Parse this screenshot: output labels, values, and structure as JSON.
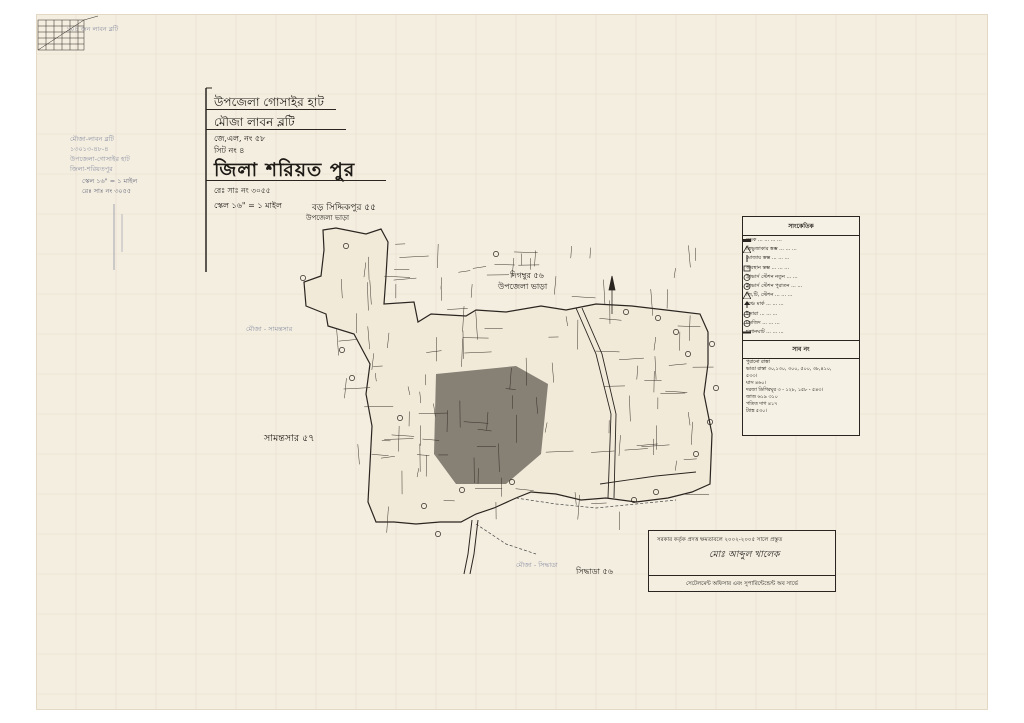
{
  "header": {
    "upazila": "উপজেলা গোসাইর হাট",
    "mouza": "মৌজা লাবন ব্লটি",
    "jl_no": "জে,এল, নং ৫৮",
    "sheet_no": "সিট নং ৪",
    "district": "জিলা শরিয়ত পুর",
    "survey_no": "রেঃ সাঃ নং ৩০৫৫",
    "scale": "স্কেল ১৬\" = ১ মাইল"
  },
  "neighbours": {
    "north": "বড় সিদ্দিকপুর ৫৫",
    "north_sub": "উপজেলা ভাড়া",
    "northeast": "দিগম্বুর ৫৬",
    "northeast_sub": "উপজেলা ভাড়া",
    "west": "সামন্তসার ৫৭",
    "south": "সিদ্ধাডা ৫৬"
  },
  "legend": {
    "title": "সাংকেতিক",
    "rows": [
      {
        "label": "সড়ক ... ... ... ...",
        "symbol": "road"
      },
      {
        "label": "ত্রিভুজাকার স্তম্ভ ... ... ...",
        "symbol": "triangle"
      },
      {
        "label": "মোজায় স্তম্ভ ... ... ...",
        "symbol": "mark"
      },
      {
        "label": "অবস্থান স্তম্ভ ... ... ...",
        "symbol": "square"
      },
      {
        "label": "ট্রাভার্স স্টেশন নতুন ... ...",
        "symbol": "circle"
      },
      {
        "label": "ট্রাভার্স স্টেশন পুরাতন ... ...",
        "symbol": "circle-dot"
      },
      {
        "label": "জি,টি, স্টেশন ... ... ...",
        "symbol": "triangle"
      },
      {
        "label": "বেঞ্চ মার্ক ... ... ...",
        "symbol": "arrow"
      },
      {
        "label": "ইন্দারা ... ... ...",
        "symbol": "ring"
      },
      {
        "label": "মসজিদ ... ... ...",
        "symbol": "ring"
      },
      {
        "label": "শ্মশানঘাট ... ... ...",
        "symbol": "bar"
      }
    ],
    "subtitle": "সাব নং",
    "info": [
      "পুরানো রাস্তা",
      "ভাঙা রাস্তা ৩০,১৩০, ৩০০, ৫০০, ৩৮,৪১০,",
      "৫৩৩।",
      "ঘাস ৪৬০।",
      "দরজা ডিগিরঘূর ৩ - ১২৮, ১৫৮ - ৫৪৩।",
      "জাজ ৬১৯ ৩১০",
      "পতিত দাগ ৪১৭",
      "ট্যাঙ্ক ৫৩০।"
    ]
  },
  "stamp": {
    "line1": "সরকার কর্তৃক প্রদত্ত ক্ষমতাবলে ২০০২-২০০৫ সালে প্রস্তুত",
    "signature": "মোঃ আব্দুল খালেক",
    "line3": "সেটেলমেন্ট অফিসার এবং সুপারিন্টেন্ডেন্ট অব সার্ভে"
  },
  "pencil_notes": {
    "left_block": [
      "মৌজা-লাবন ব্লটি",
      "১৩০১৩-৪৮-৪",
      "উপজেলা-গোসাইর হাট",
      "জিলা-শরিয়তপুর",
      "স্কেল ১৬\" = ১ মাইল",
      "রেঃ সাঃ নং ৩০৫৫"
    ],
    "left_mid": [
      "মৌজা - সামন্তসার"
    ],
    "bottom": [
      "মৌজা - সিদ্ধাডা"
    ],
    "topleft": [
      "১০৪ জন লাবন ব্লটি"
    ]
  },
  "colors": {
    "paper": "#f4eee0",
    "ink": "#24201b",
    "pencil": "#8f93a6",
    "grid": "#e6dccb"
  }
}
